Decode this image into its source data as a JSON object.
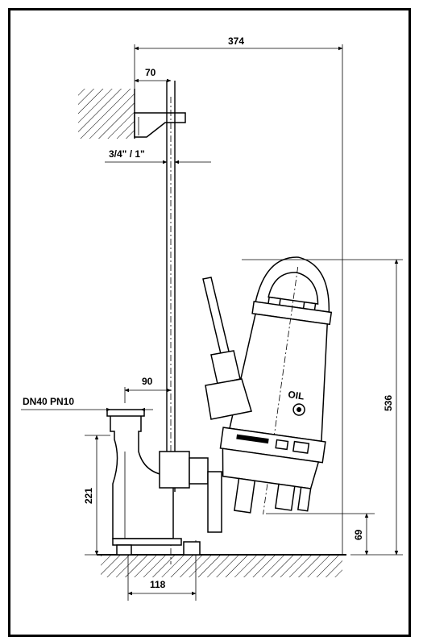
{
  "dimensions": {
    "overall_width": "374",
    "bracket_offset": "70",
    "guide_pipe": "3/4\" / 1\"",
    "discharge_offset": "90",
    "discharge_flange": "DN40 PN10",
    "overall_height": "536",
    "outlet_height": "221",
    "pump_clearance": "69",
    "base_width": "118"
  },
  "labels": {
    "oil_marking": "OIL"
  }
}
